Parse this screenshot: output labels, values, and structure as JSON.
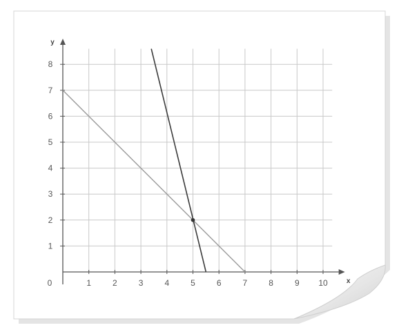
{
  "chart_data": {
    "type": "line",
    "title": "",
    "xlabel": "x",
    "ylabel": "y",
    "xlim": [
      0,
      10.5
    ],
    "ylim": [
      0,
      8.5
    ],
    "grid": true,
    "origin_label": "0",
    "x_tick_labels": [
      "1",
      "2",
      "3",
      "4",
      "5",
      "6",
      "7",
      "8",
      "9",
      "10"
    ],
    "y_tick_labels": [
      "1",
      "2",
      "3",
      "4",
      "5",
      "6",
      "7",
      "8"
    ],
    "series": [
      {
        "x": [
          0,
          7
        ],
        "y": [
          7,
          0
        ],
        "color": "#9a9a9a"
      },
      {
        "x": [
          3.4,
          5.5
        ],
        "y": [
          8.6,
          0
        ],
        "color": "#3a3a3a"
      }
    ],
    "points": [
      {
        "x": 5,
        "y": 2
      }
    ]
  },
  "colors": {
    "grid": "#c8c8c8",
    "axis": "#555555",
    "paper": "#ffffff",
    "paper_border": "#d0d0d0",
    "curl": "#e8e8e8"
  }
}
